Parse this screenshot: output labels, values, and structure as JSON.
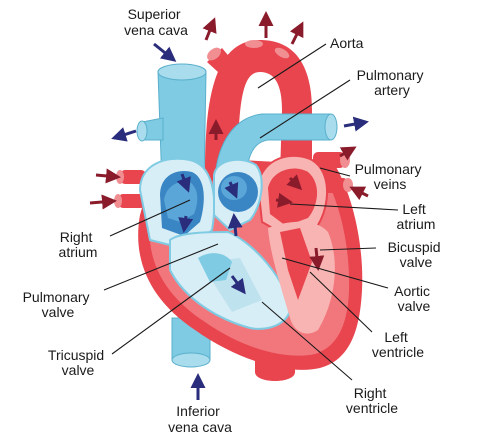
{
  "diagram": {
    "labels": {
      "superior_vena_cava": [
        "Superior",
        "vena cava"
      ],
      "aorta": [
        "Aorta"
      ],
      "pulmonary_artery": [
        "Pulmonary",
        "artery"
      ],
      "pulmonary_veins": [
        "Pulmonary",
        "veins"
      ],
      "left_atrium": [
        "Left",
        "atrium"
      ],
      "bicuspid_valve": [
        "Bicuspid",
        "valve"
      ],
      "aortic_valve": [
        "Aortic",
        "valve"
      ],
      "left_ventricle": [
        "Left",
        "ventricle"
      ],
      "right_ventricle": [
        "Right",
        "ventricle"
      ],
      "inferior_vena_cava": [
        "Inferior",
        "vena cava"
      ],
      "tricuspid_valve": [
        "Tricuspid",
        "valve"
      ],
      "pulmonary_valve": [
        "Pulmonary",
        "valve"
      ],
      "right_atrium": [
        "Right",
        "atrium"
      ]
    },
    "colors": {
      "oxygenated_dark": "#e8454f",
      "oxygenated_mid": "#f2777d",
      "oxygenated_light": "#f8b4b2",
      "deoxygenated": "#7ecbe3",
      "deoxygenated_light": "#d8eef6",
      "deoxygenated_dark": "#3a86c4",
      "arrow_blue": "#2a2c7c",
      "arrow_red": "#8a1b2b",
      "text": "#1a1a1a"
    }
  }
}
